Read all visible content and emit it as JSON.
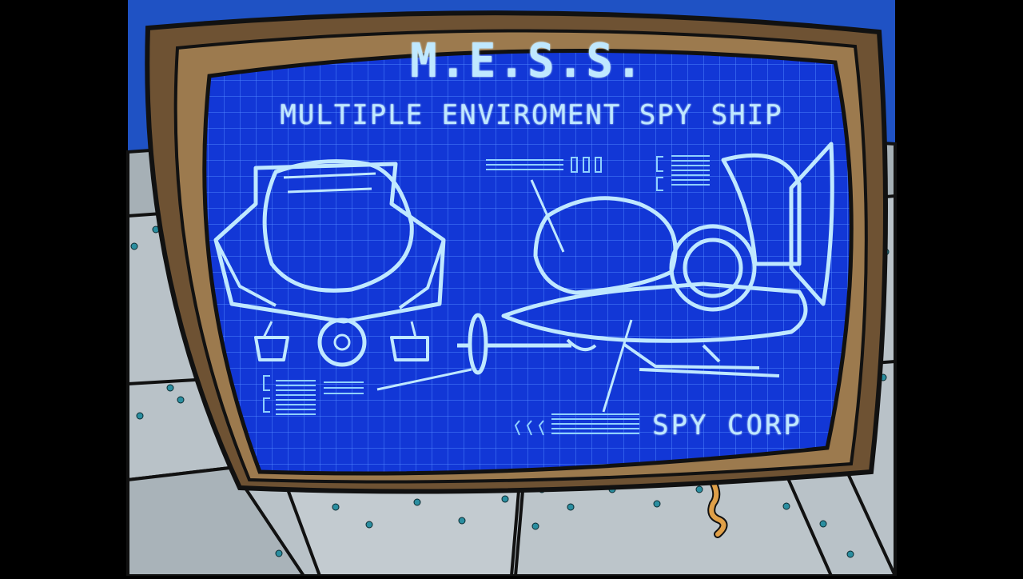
{
  "scene": {
    "title": "M.E.S.S.",
    "subtitle": "MULTIPLE ENVIROMENT SPY SHIP",
    "brand": "SPY CORP"
  },
  "colors": {
    "letterbox": "#000000",
    "sky": "#1f52c4",
    "monitor_frame": "#9c7a4e",
    "monitor_frame_dark": "#6e5233",
    "blueprint": "#1237d6",
    "grid": "#4f86ff",
    "lines": "#bfe8ff",
    "metal": "#b9c2c8",
    "metal_dark": "#8c969d",
    "rivet": "#2b8ea0",
    "wire": "#e0a048"
  }
}
